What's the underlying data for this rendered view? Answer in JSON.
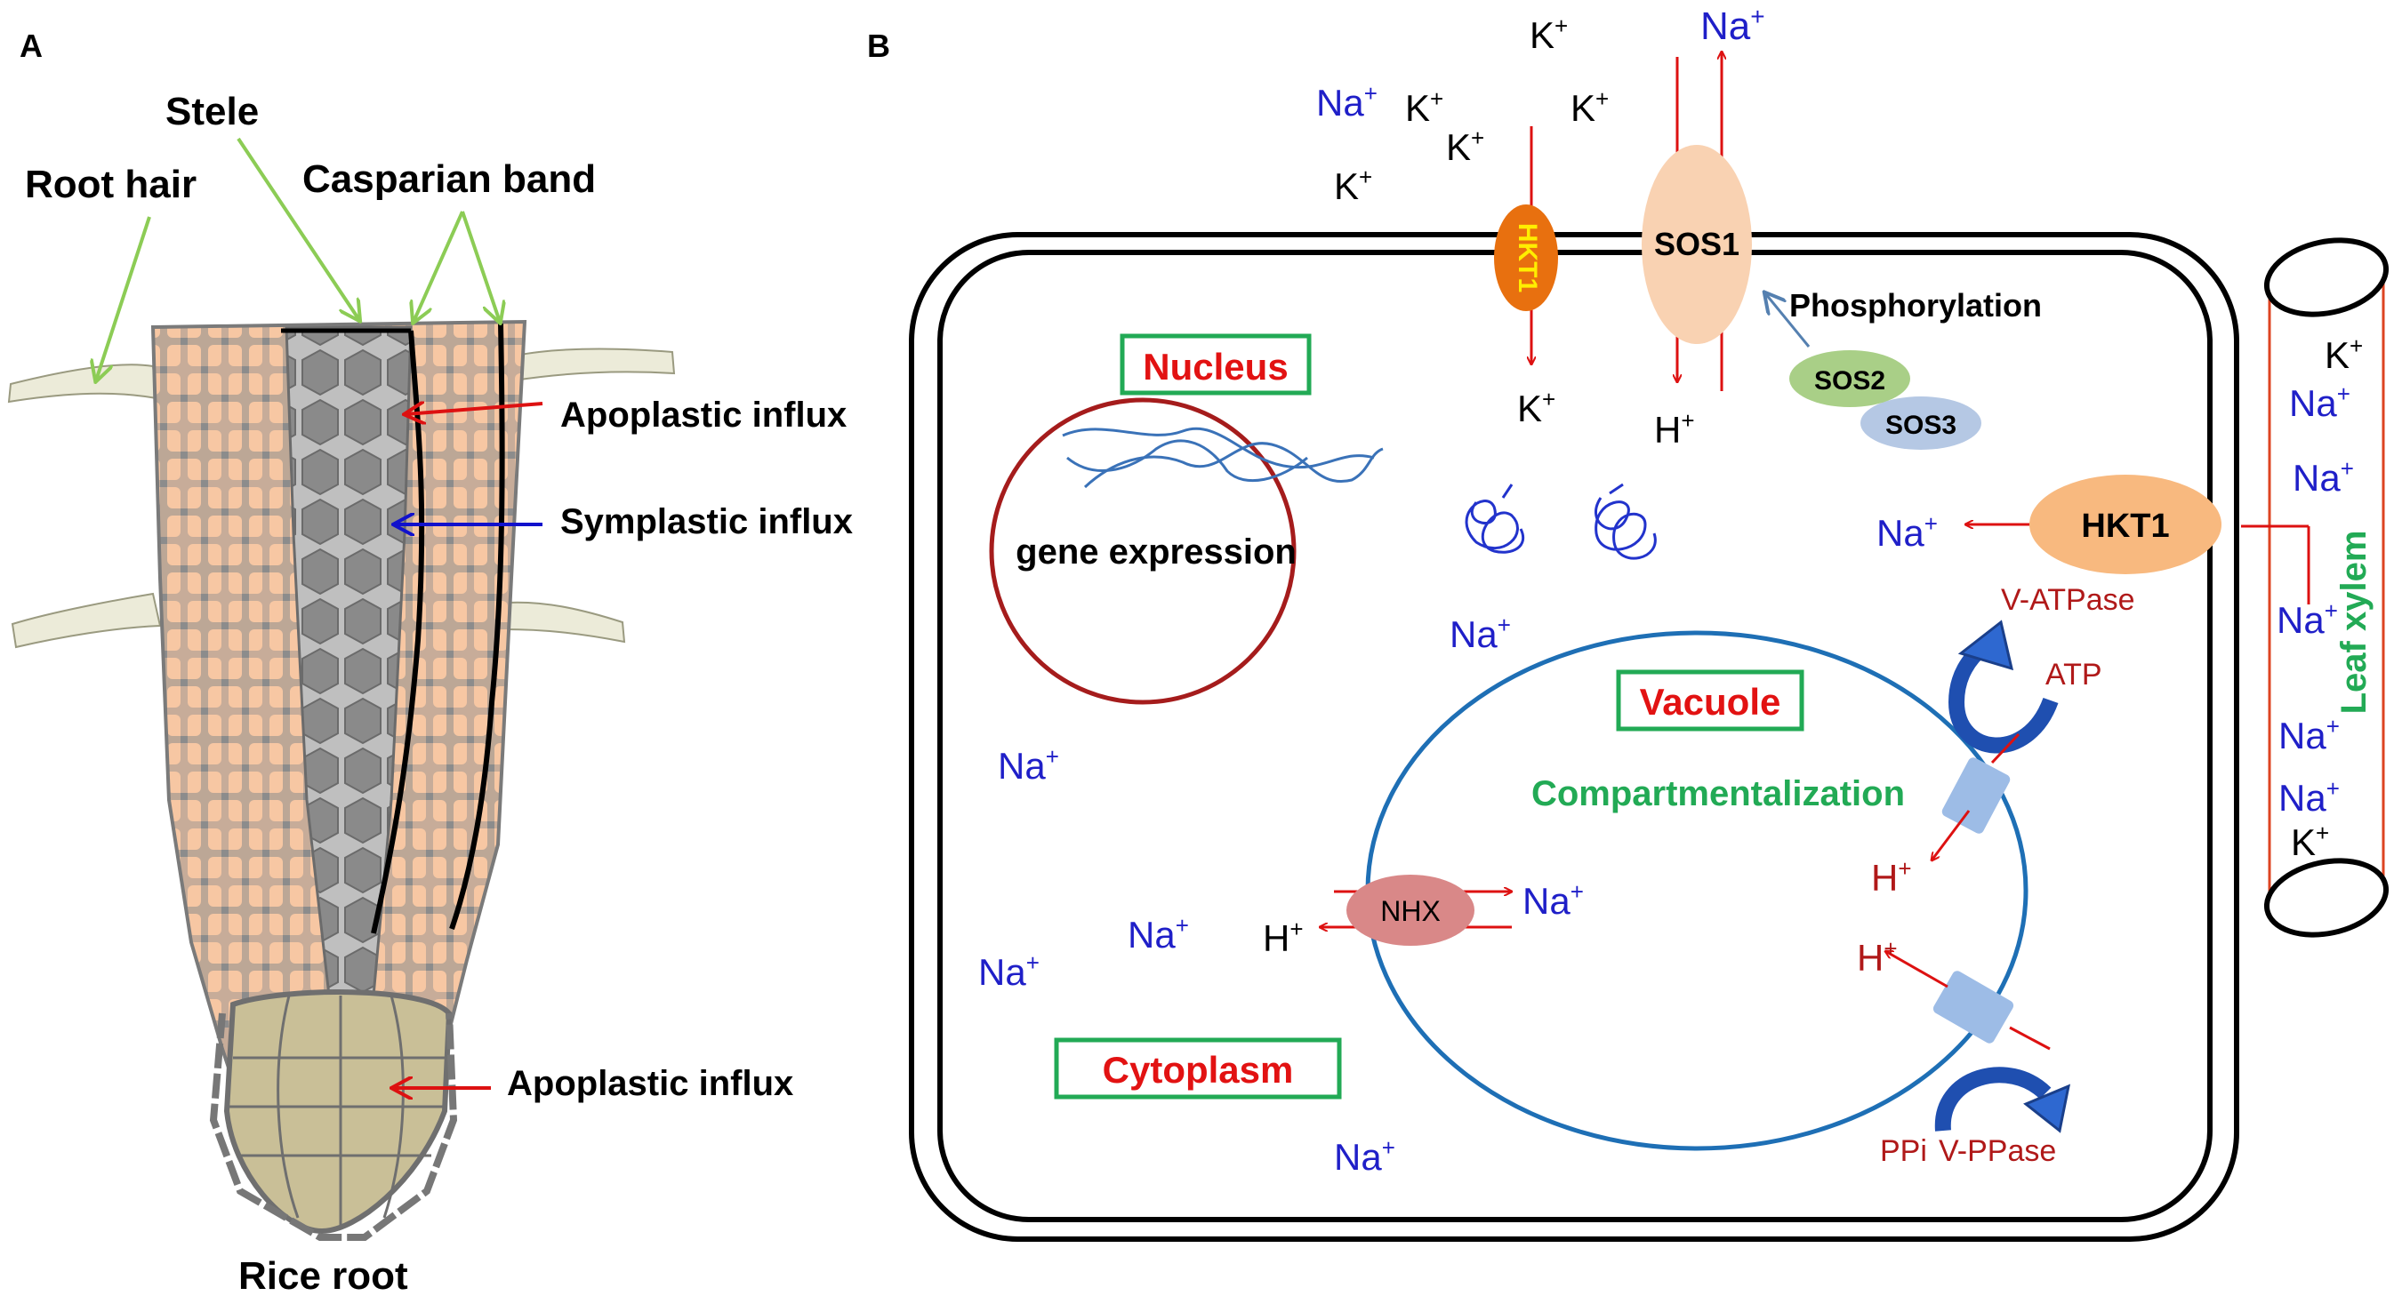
{
  "panel_a": {
    "label": "A",
    "labels": {
      "stele": "Stele",
      "root_hair": "Root hair",
      "casparian_band": "Casparian band",
      "apoplastic_influx_1": "Apoplastic influx",
      "symplastic_influx": "Symplastic influx",
      "apoplastic_influx_2": "Apoplastic influx",
      "caption": "Rice root"
    }
  },
  "panel_b": {
    "label": "B",
    "nucleus": {
      "label": "Nucleus",
      "text": "gene expression"
    },
    "vacuole": {
      "label": "Vacuole",
      "text": "Compartmentalization"
    },
    "cytoplasm": {
      "label": "Cytoplasm"
    },
    "transporters": {
      "hkt1_membrane": "HKT1",
      "sos1": "SOS1",
      "phosphorylation": "Phosphorylation",
      "sos2": "SOS2",
      "sos3": "SOS3",
      "hkt1_xylem": "HKT1",
      "nhx": "NHX",
      "v_atpase": "V-ATPase",
      "atp": "ATP",
      "v_ppase": "V-PPase",
      "ppi": "PPi"
    },
    "xylem_label": "Leaf xylem",
    "ion": {
      "na": "Na",
      "k": "K",
      "h": "H",
      "plus": "+"
    }
  },
  "colors": {
    "na_blue": "#1f1fc8",
    "red": "#dd1111",
    "green_label": "#22aa55",
    "dark_red_text": "#b01919",
    "nucleus_ring": "#a51c1c",
    "vacuole_ring": "#1e6fb5"
  }
}
